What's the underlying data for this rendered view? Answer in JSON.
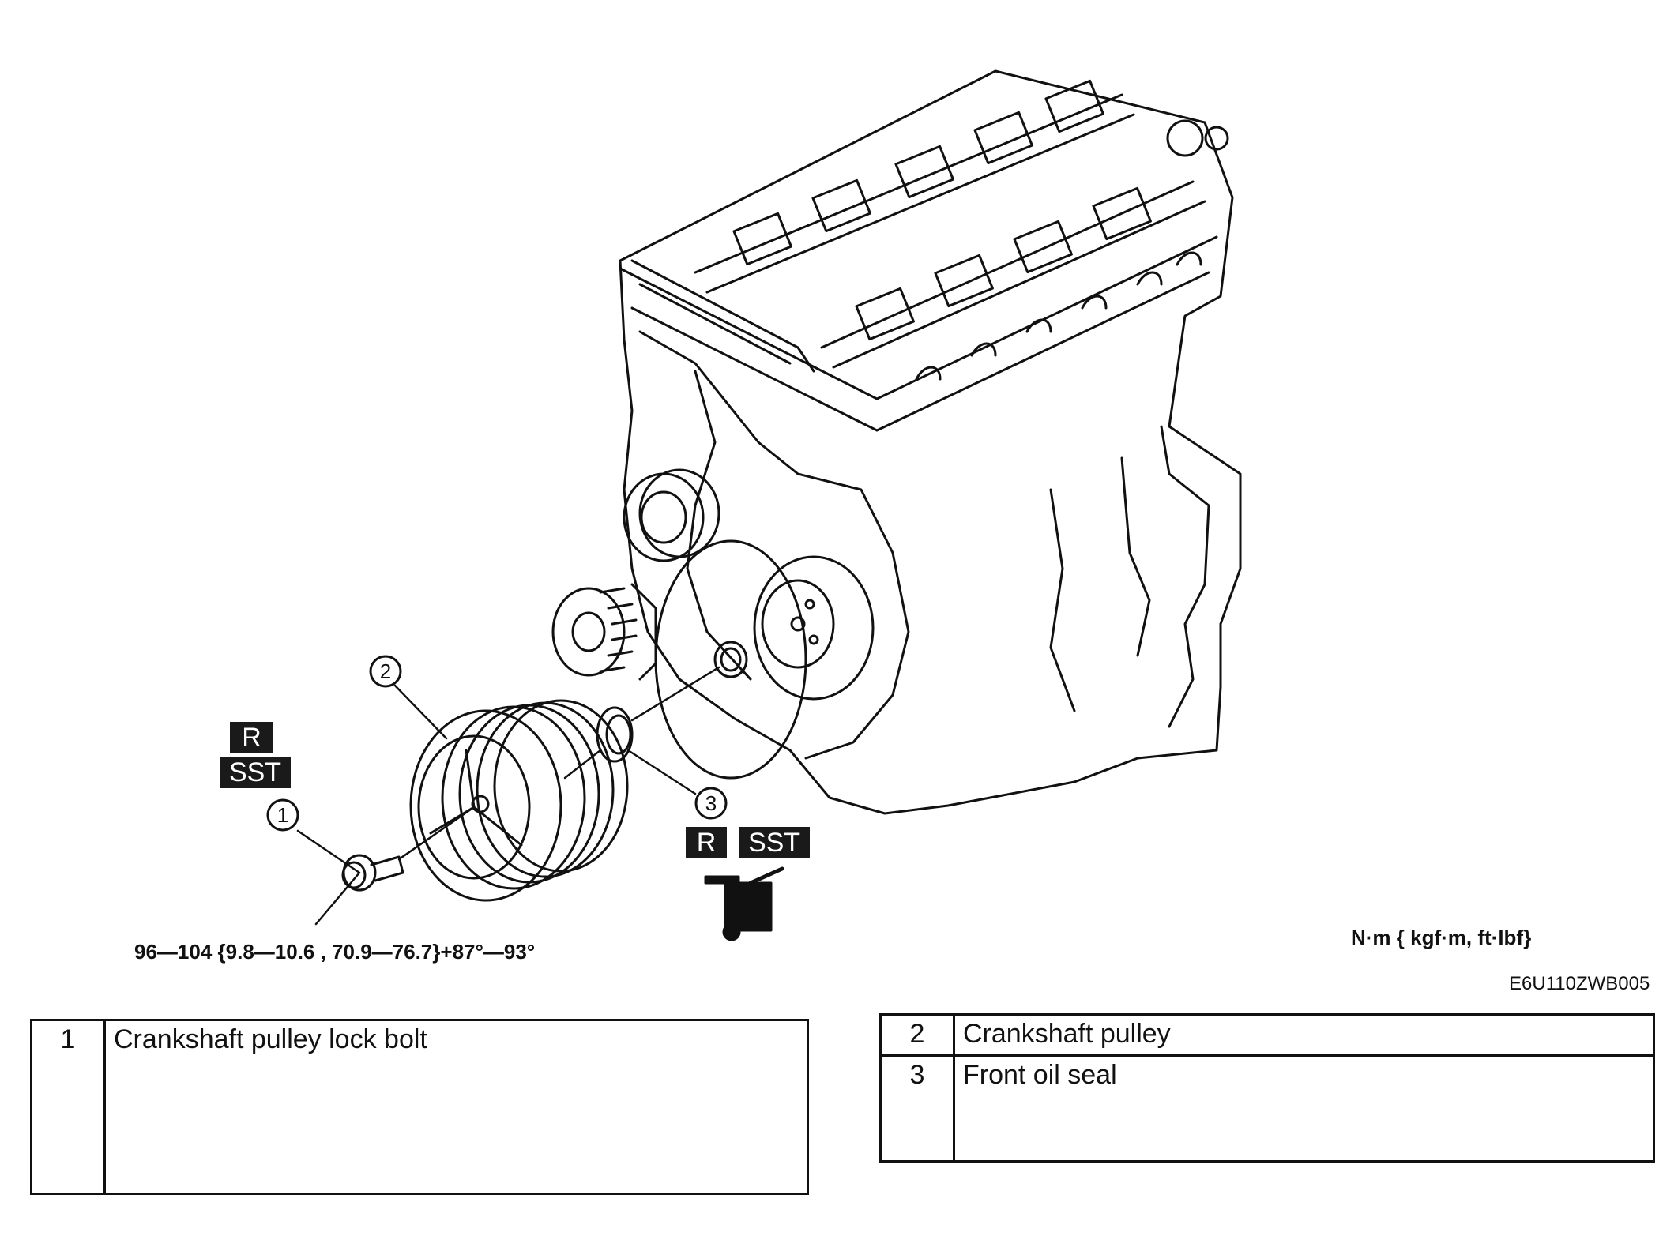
{
  "callouts": {
    "c1": "1",
    "c2": "2",
    "c3": "3"
  },
  "badges": {
    "bolt_r": "R",
    "bolt_sst": "SST",
    "seal_r": "R",
    "seal_sst": "SST"
  },
  "torque_spec": "96—104 {9.8—10.6 , 70.9—76.7}+87°—93°",
  "units_note": "N·m { kgf·m, ft·lbf}",
  "figure_code": "E6U110ZWB005",
  "parts_table_left": [
    {
      "num": "1",
      "name": "Crankshaft pulley lock bolt"
    }
  ],
  "parts_table_right": [
    {
      "num": "2",
      "name": "Crankshaft pulley"
    },
    {
      "num": "3",
      "name": "Front oil seal"
    }
  ]
}
